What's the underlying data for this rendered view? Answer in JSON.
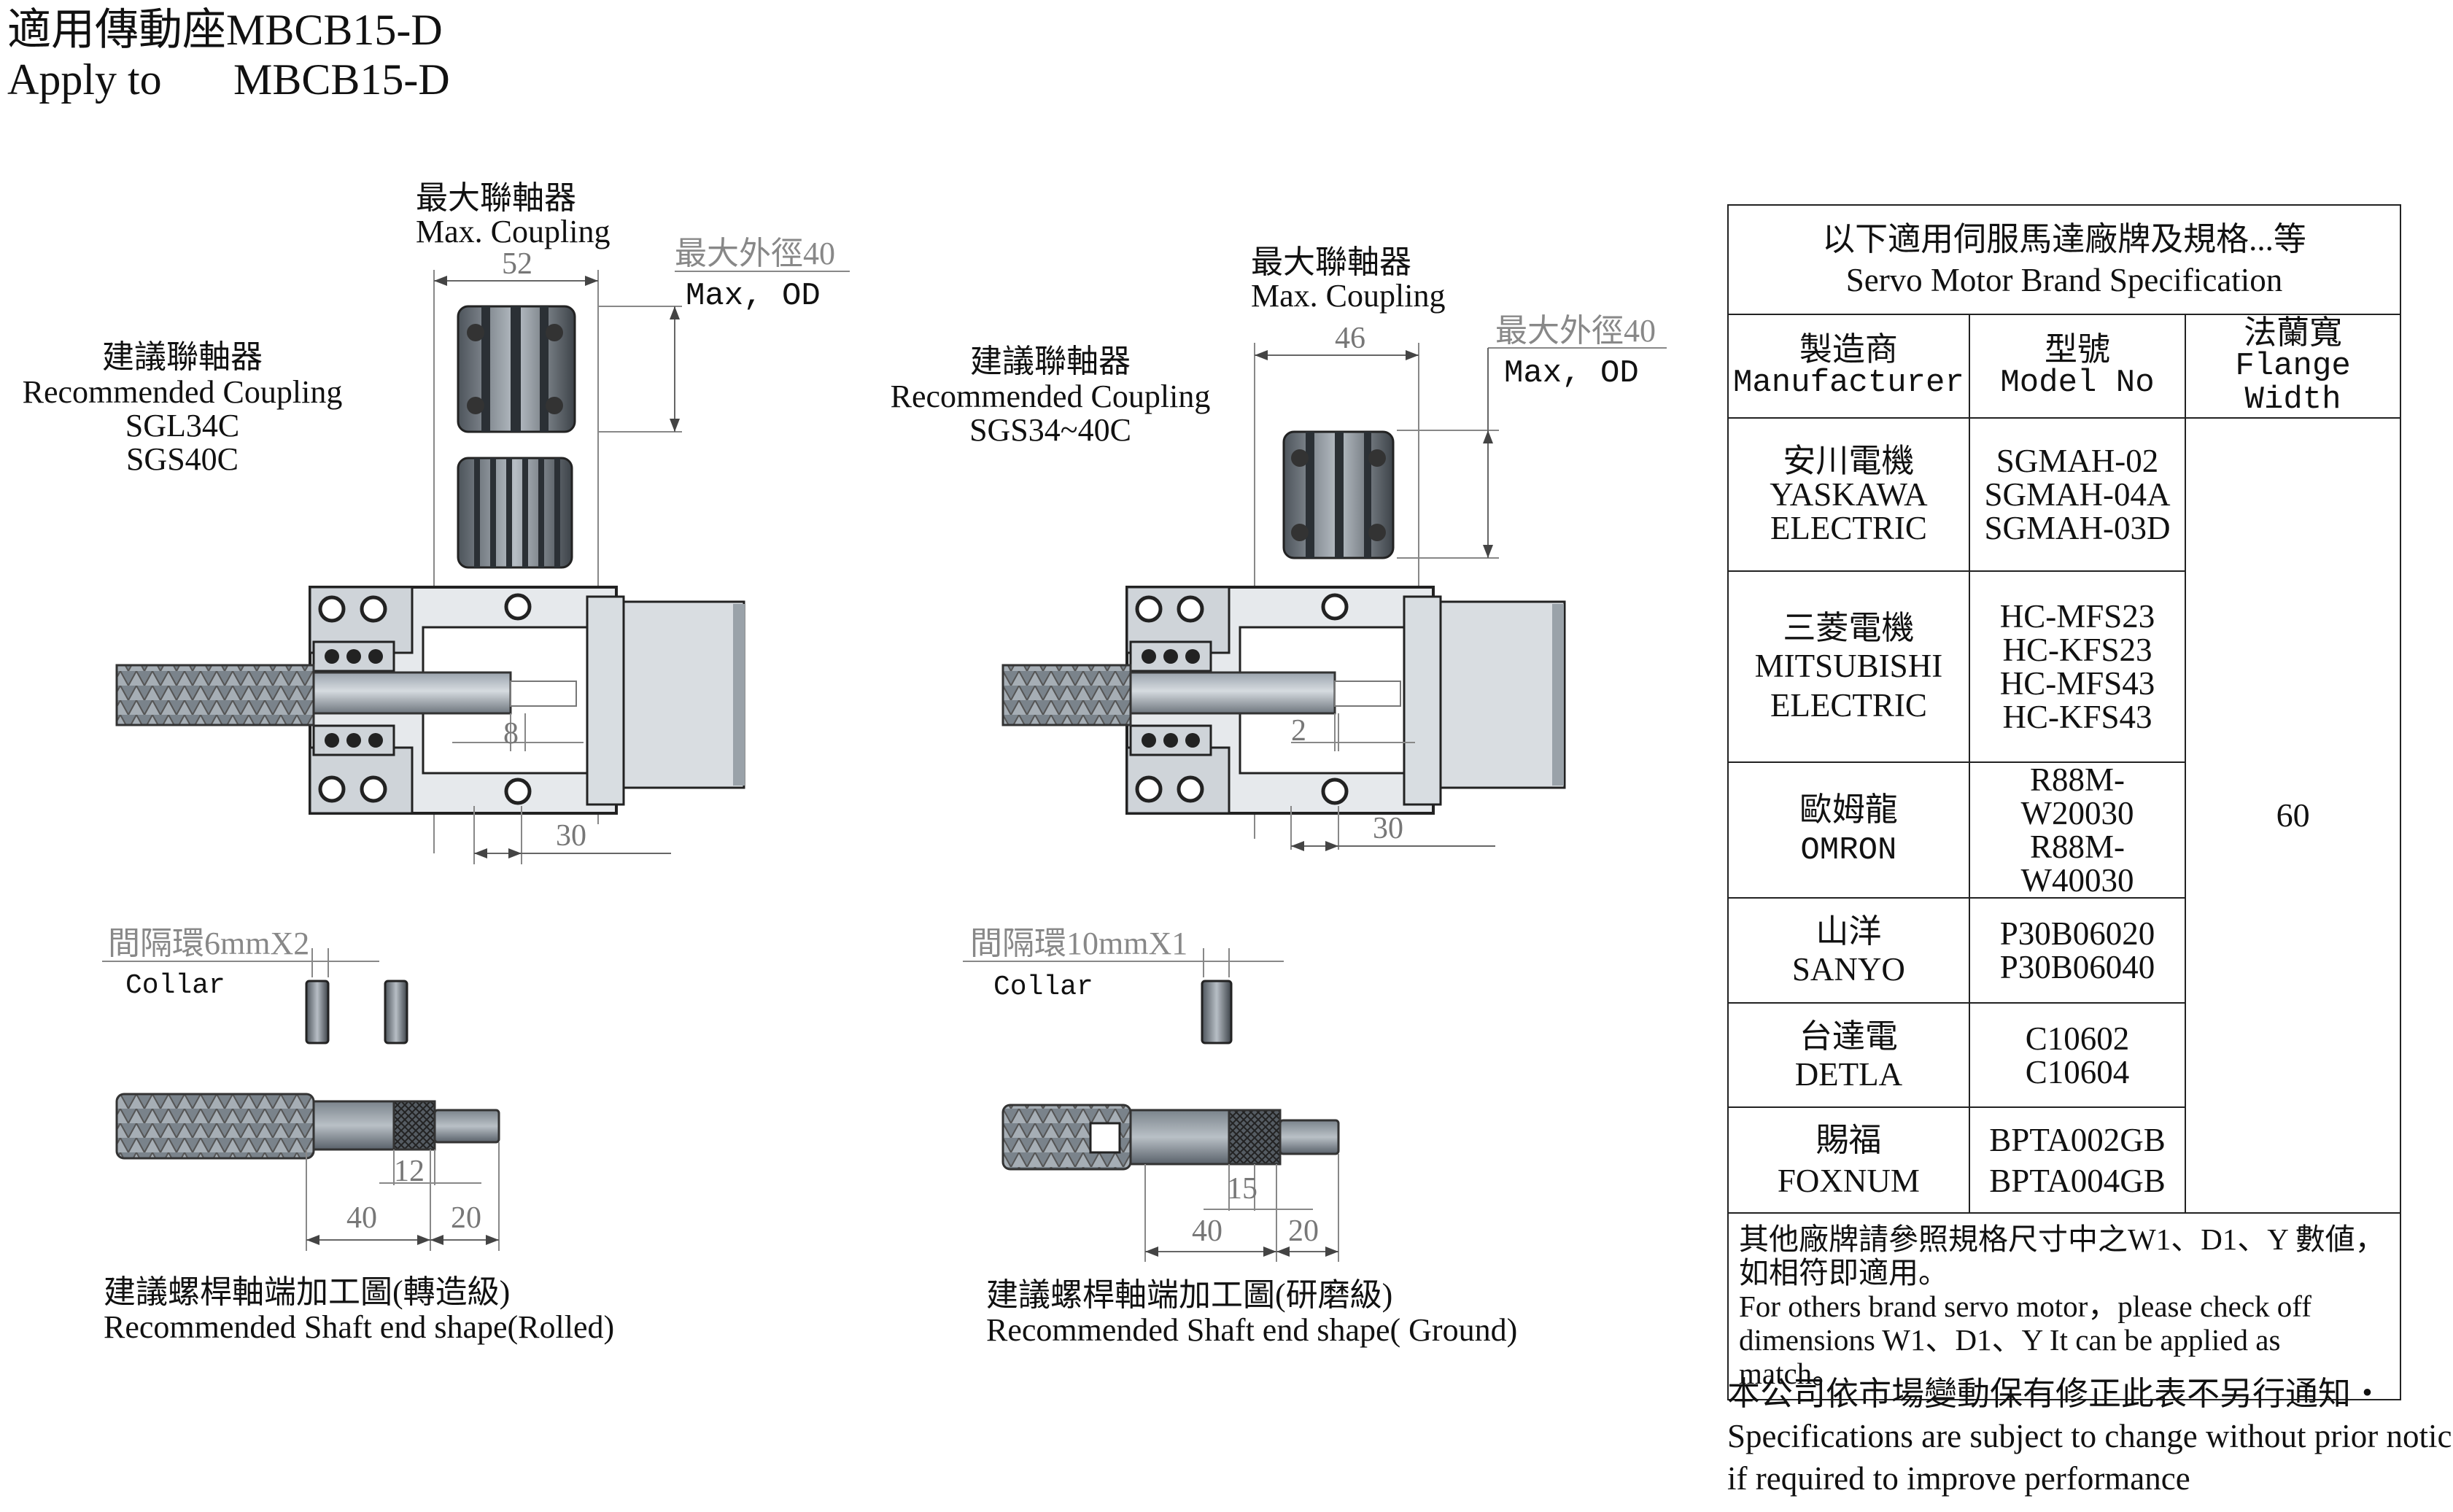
{
  "header": {
    "title_zh": "適用傳動座MBCB15-D",
    "title_en_prefix": "Apply to",
    "title_en_model": "MBCB15-D"
  },
  "left_assembly": {
    "max_coupling_zh": "最大聯軸器",
    "max_coupling_en": "Max. Coupling",
    "max_od_zh": "最大外徑40",
    "max_od_en": "Max, OD",
    "rec_coupling_zh": "建議聯軸器",
    "rec_coupling_en": "Recommended Coupling",
    "rec_models": [
      "SGL34C",
      "SGS40C"
    ],
    "dims": {
      "coupling_width": "52",
      "gap": "8",
      "offset": "30"
    }
  },
  "right_assembly": {
    "max_coupling_zh": "最大聯軸器",
    "max_coupling_en": "Max. Coupling",
    "max_od_zh": "最大外徑40",
    "max_od_en": "Max, OD",
    "rec_coupling_zh": "建議聯軸器",
    "rec_coupling_en": "Recommended Coupling",
    "rec_models": [
      "SGS34~40C"
    ],
    "dims": {
      "coupling_width": "46",
      "gap": "2",
      "offset": "30"
    }
  },
  "left_collar": {
    "label_zh": "間隔環6mmX2",
    "label_en": "Collar"
  },
  "right_collar": {
    "label_zh": "間隔環10mmX1",
    "label_en": "Collar"
  },
  "left_shaft": {
    "dims": {
      "knurl": "12",
      "a": "40",
      "b": "20"
    },
    "caption_zh": "建議螺桿軸端加工圖(轉造級)",
    "caption_en": "Recommended Shaft end shape(Rolled)"
  },
  "right_shaft": {
    "dims": {
      "knurl": "15",
      "a": "40",
      "b": "20"
    },
    "caption_zh": "建議螺桿軸端加工圖(研磨級)",
    "caption_en": "Recommended Shaft end shape( Ground)"
  },
  "spec_table": {
    "title_zh": "以下適用伺服馬達廠牌及規格...等",
    "title_en": "Servo Motor Brand Specification",
    "col_manufacturer_zh": "製造商",
    "col_manufacturer_en": "Manufacturer",
    "col_model_zh": "型號",
    "col_model_en": "Model No",
    "col_flange_zh": "法蘭寬",
    "col_flange_en": "Flange Width",
    "flange_value": "60",
    "rows": [
      {
        "zh": "安川電機",
        "en": [
          "YASKAWA",
          "ELECTRIC"
        ],
        "models": [
          "SGMAH-02",
          "SGMAH-04A",
          "SGMAH-03D"
        ]
      },
      {
        "zh": "三菱電機",
        "en": [
          "MITSUBISHI",
          "ELECTRIC"
        ],
        "models": [
          "HC-MFS23",
          "HC-KFS23",
          "HC-MFS43",
          "HC-KFS43"
        ]
      },
      {
        "zh": "歐姆龍",
        "en": [
          "OMRON"
        ],
        "models": [
          "R88M-W20030",
          "R88M-W40030"
        ]
      },
      {
        "zh": "山洋",
        "en": [
          "SANYO"
        ],
        "models": [
          "P30B06020",
          "P30B06040"
        ]
      },
      {
        "zh": "台達電",
        "en": [
          "DETLA"
        ],
        "models": [
          "C10602",
          "C10604"
        ]
      },
      {
        "zh": "賜福",
        "en": [
          "FOXNUM"
        ],
        "models": [
          "BPTA002GB",
          "BPTA004GB"
        ]
      }
    ],
    "note_zh_1": "其他廠牌請參照規格尺寸中之W1、D1、Y 數値，",
    "note_zh_2": "如相符即適用。",
    "note_en_1": "For others brand servo motor，please check off",
    "note_en_2": "dimensions W1、D1、Y It can be applied as match。"
  },
  "footer": {
    "line_zh": "本公司依市場變動保有修正此表不另行通知・",
    "line_en_1": "Specifications are subject to change without prior notice",
    "line_en_2": "if required to improve performance"
  }
}
